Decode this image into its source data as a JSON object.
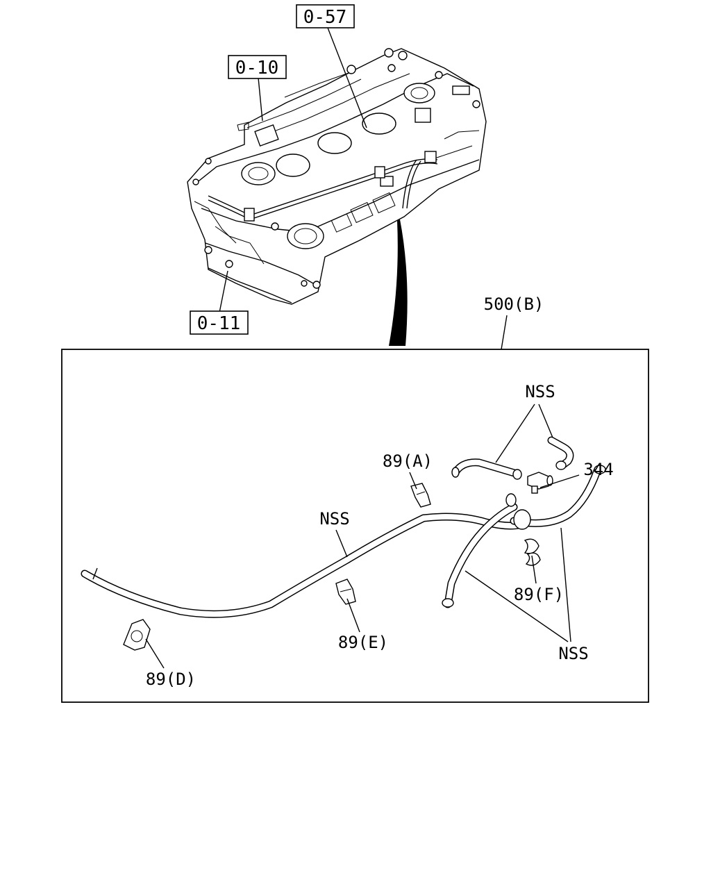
{
  "diagram": {
    "refs": {
      "ref_057": "0-57",
      "ref_010": "0-10",
      "ref_011": "0-11"
    },
    "group_label": "500(B)",
    "callouts": {
      "nss_top": "NSS",
      "nss_mid": "NSS",
      "nss_bottom": "NSS",
      "part_344": "344",
      "clip_a": "89(A)",
      "clip_d": "89(D)",
      "clip_e": "89(E)",
      "clip_f": "89(F)"
    }
  }
}
